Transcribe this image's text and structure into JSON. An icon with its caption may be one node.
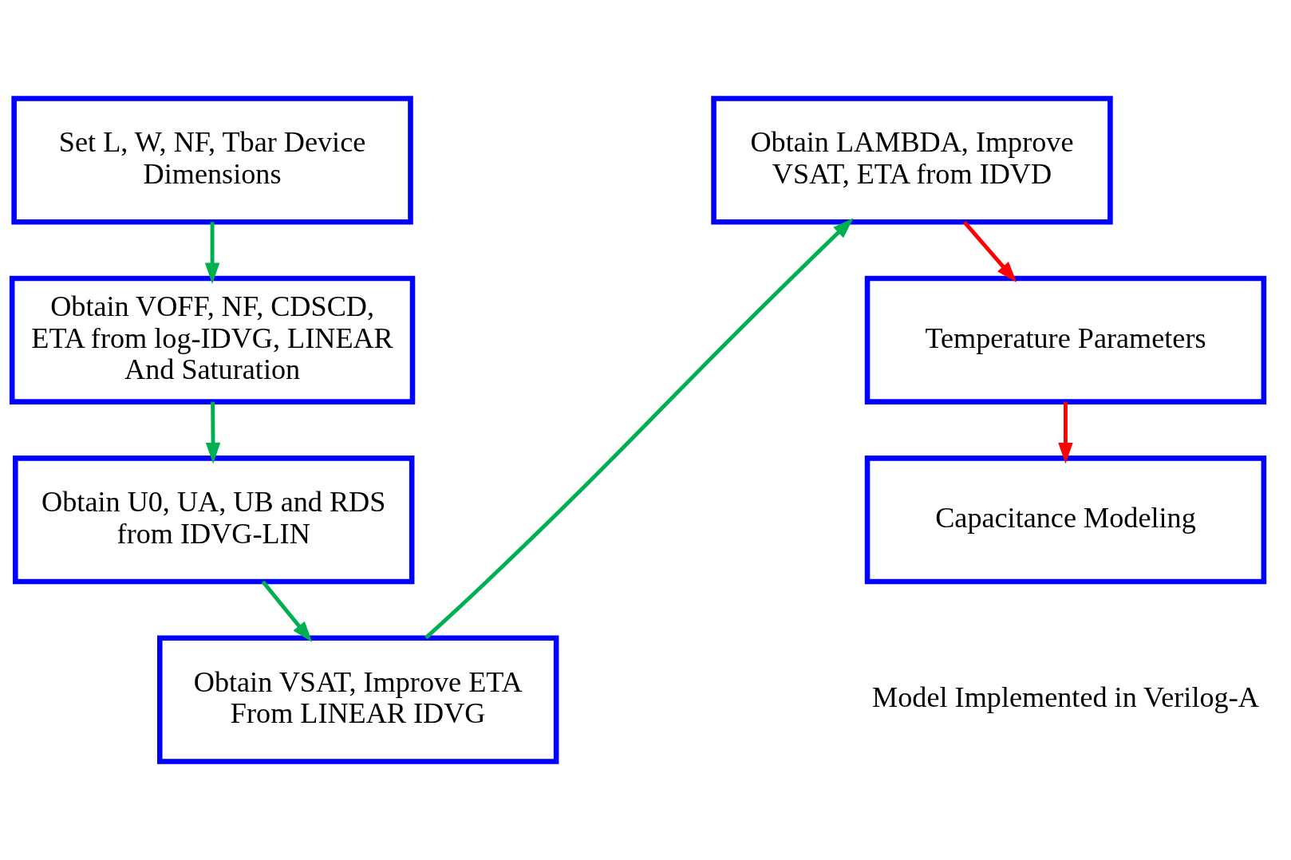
{
  "diagram": {
    "nodes": [
      {
        "text": [
          "Set L, W, NF, Tbar Device Dimensions"
        ]
      },
      {
        "text": [
          "Obtain VOFF, NF, CDSCD, ETA from log-IDVG, LINEAR And Saturation"
        ]
      },
      {
        "text": [
          "Obtain U0, UA, UB and RDS from IDVG-LIN"
        ]
      },
      {
        "text": [
          "Obtain VSAT, Improve ETA From LINEAR IDVG"
        ]
      },
      {
        "text": [
          "Obtain LAMBDA, Improve VSAT, ETA from IDVD"
        ]
      },
      {
        "text": [
          "Temperature Parameters"
        ]
      },
      {
        "text": [
          "Capacitance Modeling"
        ]
      }
    ],
    "edges": [
      {
        "from": 0,
        "to": 1,
        "arrow": "to"
      },
      {
        "from": 1,
        "to": 2,
        "arrow": "to"
      },
      {
        "from": 2,
        "to": 3,
        "arrow": "to"
      },
      {
        "from": 3,
        "to": 4,
        "arrow": "to"
      },
      {
        "from": 4,
        "to": 5,
        "arrow": "to",
        "color": "#ff0000"
      },
      {
        "from": 5,
        "to": 6,
        "arrow": "to",
        "color": "#ff0000"
      }
    ],
    "labels": [
      "Model Implemented in Verilog-A"
    ]
  }
}
